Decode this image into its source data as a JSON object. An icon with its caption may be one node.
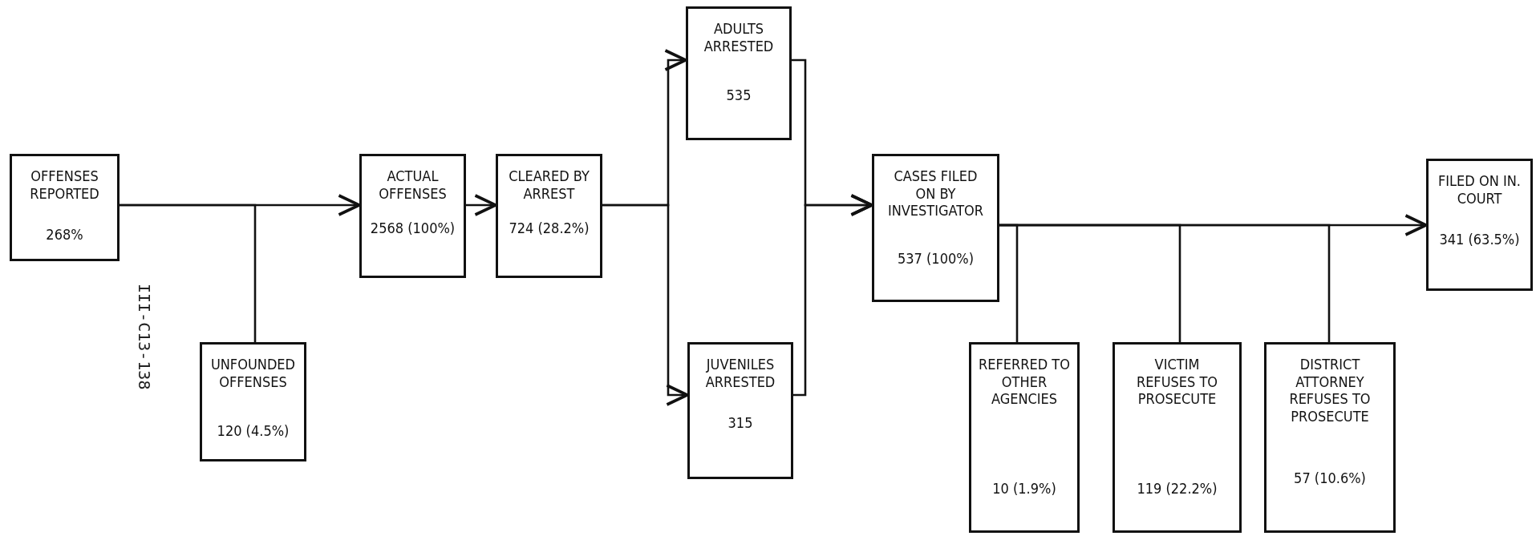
{
  "diagram": {
    "nodes": [
      {
        "text": [
          "OFFENSES REPORTED",
          "268%"
        ]
      },
      {
        "text": [
          "UNFOUNDED OFFENSES",
          "120 (4.5%)"
        ]
      },
      {
        "text": [
          "ACTUAL OFFENSES",
          "2568 (100%)"
        ]
      },
      {
        "text": [
          "CLEARED BY ARREST",
          "724 (28.2%)"
        ]
      },
      {
        "text": [
          "ADULTS ARRESTED",
          "535"
        ]
      },
      {
        "text": [
          "JUVENILES ARRESTED",
          "315"
        ]
      },
      {
        "text": [
          "CASES FILED ON BY INVESTIGATOR",
          "537 (100%)"
        ]
      },
      {
        "text": [
          "FILED ON IN. COURT",
          "341 (63.5%)"
        ]
      },
      {
        "text": [
          "REFERRED TO OTHER AGENCIES",
          "10 (1.9%)"
        ]
      },
      {
        "text": [
          "VICTIM REFUSES TO PROSECUTE",
          "119 (22.2%)"
        ]
      },
      {
        "text": [
          "DISTRICT ATTORNEY REFUSES TO PROSECUTE",
          "57 (10.6%)"
        ]
      }
    ],
    "edges": [
      {
        "from": 0,
        "to": 2,
        "arrow": "to"
      },
      {
        "from": 0,
        "to": 1,
        "arrow": "none"
      },
      {
        "from": 2,
        "to": 3,
        "arrow": "to"
      },
      {
        "from": 3,
        "to": 4,
        "arrow": "to"
      },
      {
        "from": 3,
        "to": 5,
        "arrow": "to"
      },
      {
        "from": 4,
        "to": 6,
        "arrow": "to"
      },
      {
        "from": 5,
        "to": 6,
        "arrow": "to"
      },
      {
        "from": 6,
        "to": 7,
        "arrow": "to"
      },
      {
        "from": 6,
        "to": 8,
        "arrow": "none"
      },
      {
        "from": 6,
        "to": 9,
        "arrow": "none"
      },
      {
        "from": 6,
        "to": 10,
        "arrow": "none"
      }
    ],
    "labels": [
      "III-C13-138"
    ]
  }
}
